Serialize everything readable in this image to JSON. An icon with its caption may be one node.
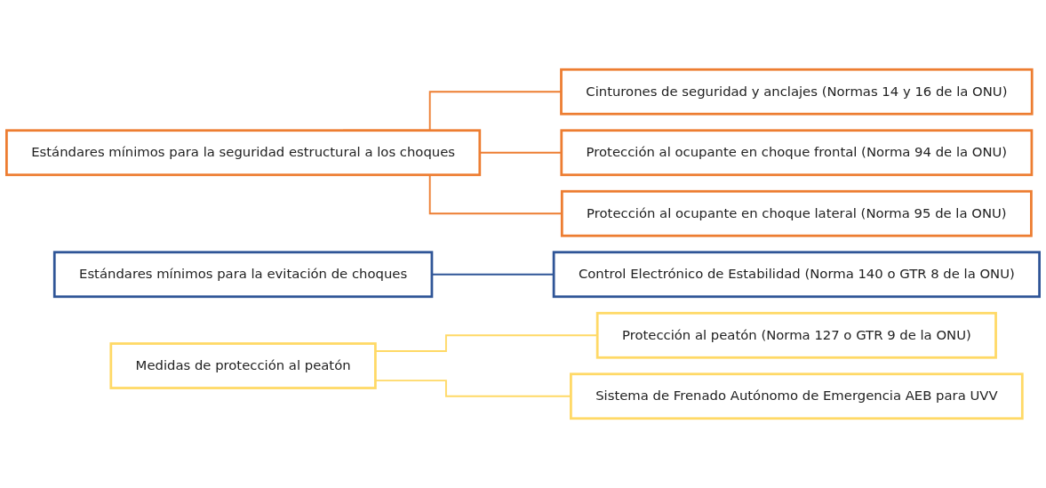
{
  "diagram": {
    "nodes": [
      {
        "text": [
          "Estándares mínimos para la seguridad estructural a los choques"
        ]
      },
      {
        "text": [
          "Cinturones de seguridad y anclajes (Normas 14 y 16 de la ONU)"
        ]
      },
      {
        "text": [
          "Protección al ocupante en choque frontal (Norma 94 de la ONU)"
        ]
      },
      {
        "text": [
          "Protección al ocupante en choque lateral (Norma 95 de la ONU)"
        ]
      },
      {
        "text": [
          "Estándares mínimos para la evitación de choques"
        ]
      },
      {
        "text": [
          "Control Electrónico de Estabilidad (Norma 140 o GTR 8 de la ONU)"
        ]
      },
      {
        "text": [
          "Medidas de protección al peatón"
        ]
      },
      {
        "text": [
          "Protección al peatón (Norma 127 o GTR 9 de la ONU)"
        ]
      },
      {
        "text": [
          "Sistema de Frenado Autónomo de Emergencia AEB para UVV"
        ]
      }
    ],
    "edges": [
      {
        "from": 0,
        "to": 1,
        "arrow": "none"
      },
      {
        "from": 0,
        "to": 2,
        "arrow": "none"
      },
      {
        "from": 0,
        "to": 3,
        "arrow": "none"
      },
      {
        "from": 4,
        "to": 5,
        "arrow": "none",
        "color": "#2f5597"
      },
      {
        "from": 6,
        "to": 7,
        "arrow": "none",
        "color": "#ffd966"
      },
      {
        "from": 6,
        "to": 8,
        "arrow": "none",
        "color": "#ffd966"
      }
    ]
  }
}
